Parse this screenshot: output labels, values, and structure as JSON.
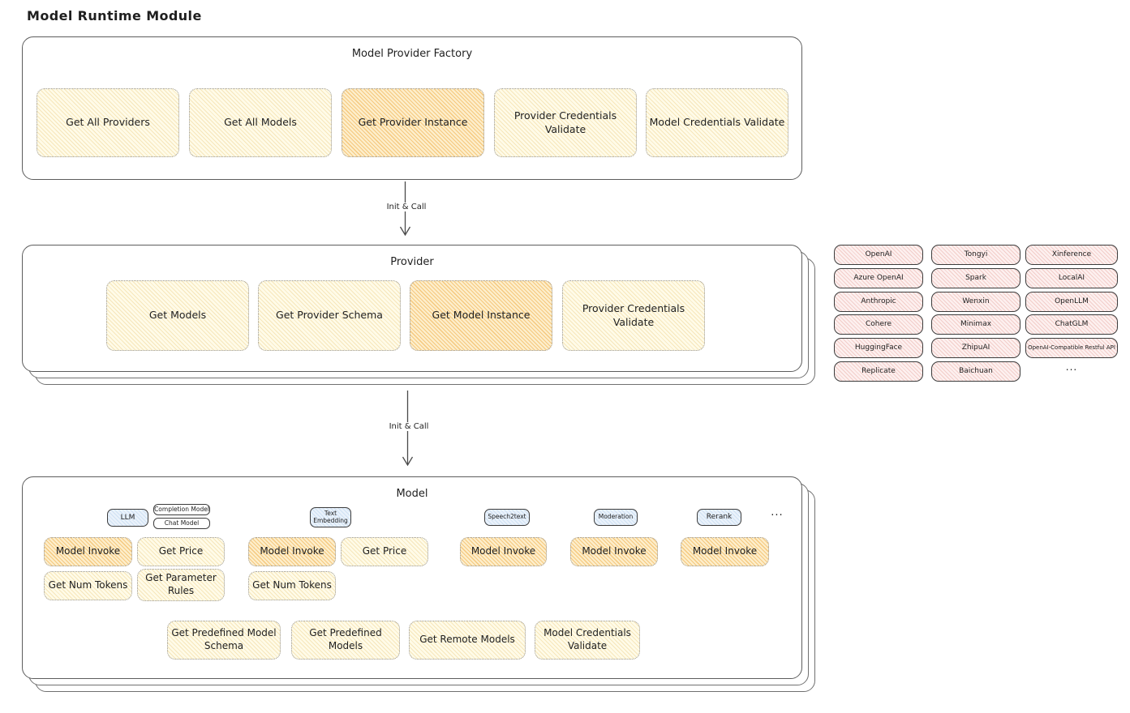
{
  "page_title": "Model Runtime Module",
  "factory": {
    "title": "Model Provider Factory",
    "methods": [
      {
        "label": "Get All Providers",
        "highlight": false
      },
      {
        "label": "Get All Models",
        "highlight": false
      },
      {
        "label": "Get Provider Instance",
        "highlight": true
      },
      {
        "label": "Provider Credentials Validate",
        "highlight": false
      },
      {
        "label": "Model Credentials Validate",
        "highlight": false
      }
    ]
  },
  "arrow1_label": "Init & Call",
  "arrow2_label": "Init & Call",
  "provider": {
    "title": "Provider",
    "methods": [
      {
        "label": "Get Models",
        "highlight": false
      },
      {
        "label": "Get Provider Schema",
        "highlight": false
      },
      {
        "label": "Get Model Instance",
        "highlight": true
      },
      {
        "label": "Provider Credentials Validate",
        "highlight": false
      }
    ]
  },
  "provider_grid": {
    "columns": [
      [
        "OpenAI",
        "Azure OpenAI",
        "Anthropic",
        "Cohere",
        "HuggingFace",
        "Replicate"
      ],
      [
        "Tongyi",
        "Spark",
        "Wenxin",
        "Minimax",
        "ZhipuAI",
        "Baichuan"
      ],
      [
        "Xinference",
        "LocalAI",
        "OpenLLM",
        "ChatGLM",
        "OpenAI-Compatible Restful API"
      ]
    ],
    "more": "..."
  },
  "model": {
    "title": "Model",
    "tabs": [
      {
        "label": "LLM"
      },
      {
        "label": "Completion Model"
      },
      {
        "label": "Chat Model"
      },
      {
        "label": "Text Embedding"
      },
      {
        "label": "Speech2text"
      },
      {
        "label": "Moderation"
      },
      {
        "label": "Rerank"
      }
    ],
    "tabs_more": "...",
    "methods": [
      {
        "label": "Model Invoke",
        "highlight": true
      },
      {
        "label": "Get Price",
        "highlight": false
      },
      {
        "label": "Model Invoke",
        "highlight": true
      },
      {
        "label": "Get Price",
        "highlight": false
      },
      {
        "label": "Model Invoke",
        "highlight": true
      },
      {
        "label": "Model Invoke",
        "highlight": true
      },
      {
        "label": "Model Invoke",
        "highlight": true
      },
      {
        "label": "Get Num Tokens",
        "highlight": false
      },
      {
        "label": "Get Parameter Rules",
        "highlight": false
      },
      {
        "label": "Get Num Tokens",
        "highlight": false
      }
    ],
    "bottom_methods": [
      "Get Predefined Model Schema",
      "Get Predefined Models",
      "Get Remote Models",
      "Model Credentials Validate"
    ]
  },
  "colors": {
    "yellow_fill": "#fffbe8",
    "yellow_hatch": "#f6e6ba",
    "orange_fill": "#fdeecb",
    "orange_hatch": "#f5c87e",
    "pink_fill": "#fdf0ef",
    "pink_hatch": "#f2cdc9",
    "blue_fill": "#eaf2fb",
    "blue_hatch": "#cfe1f3"
  }
}
